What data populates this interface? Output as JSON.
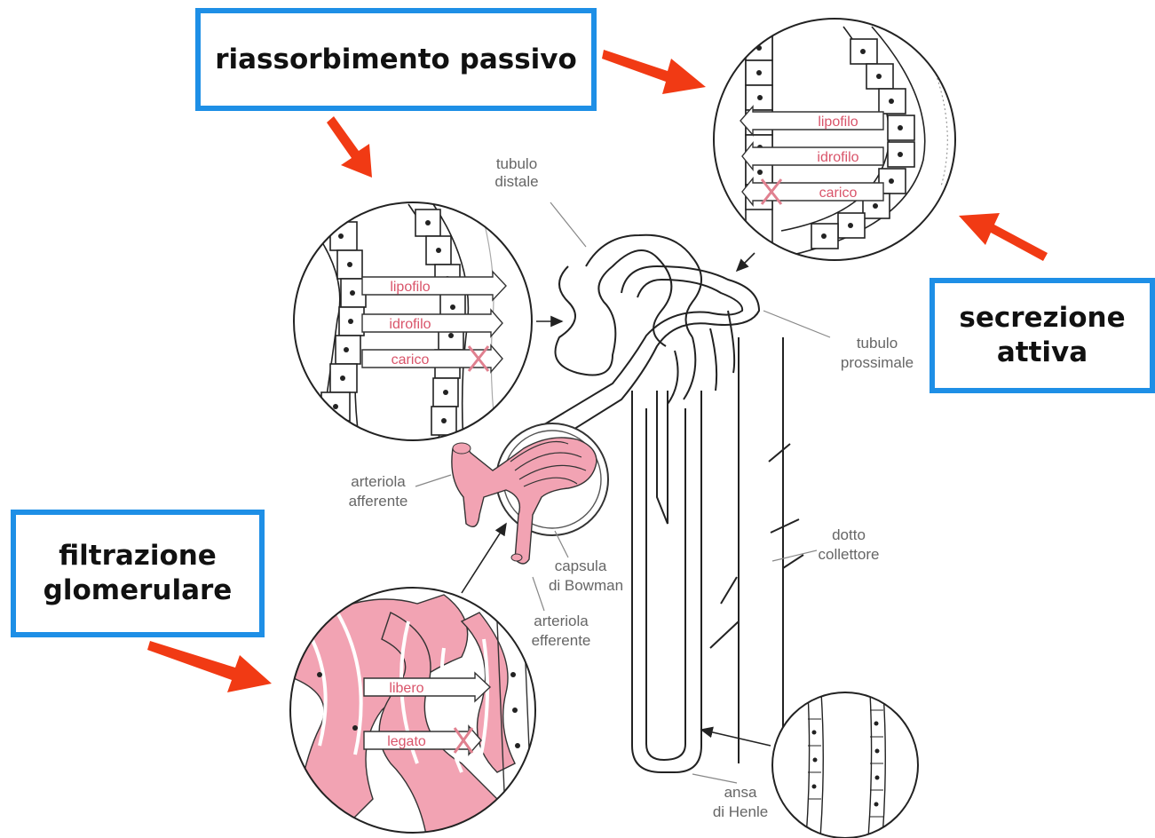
{
  "boxes": {
    "riassorbimento": "riassorbimento passivo",
    "secrezione_1": "secrezione",
    "secrezione_2": "attiva",
    "filtrazione_1": "filtrazione",
    "filtrazione_2": "glomerulare"
  },
  "labels": {
    "tubulo_distale_1": "tubulo",
    "tubulo_distale_2": "distale",
    "tubulo_prossimale_1": "tubulo",
    "tubulo_prossimale_2": "prossimale",
    "arteriola_afferente_1": "arteriola",
    "arteriola_afferente_2": "afferente",
    "capsula_1": "capsula",
    "capsula_2": "di Bowman",
    "arteriola_efferente_1": "arteriola",
    "arteriola_efferente_2": "efferente",
    "dotto_1": "dotto",
    "dotto_2": "collettore",
    "ansa_1": "ansa",
    "ansa_2": "di Henle"
  },
  "insets": {
    "passivo": [
      "lipofilo",
      "idrofilo",
      "carico"
    ],
    "attiva": [
      "lipofilo",
      "idrofilo",
      "carico"
    ],
    "filtrazione": [
      "libero",
      "legato"
    ]
  },
  "colors": {
    "box_border": "#1e8fe6",
    "arrow_red": "#f13a14",
    "vessel_pink": "#f2a3b3",
    "label_pink": "#d9546a"
  }
}
